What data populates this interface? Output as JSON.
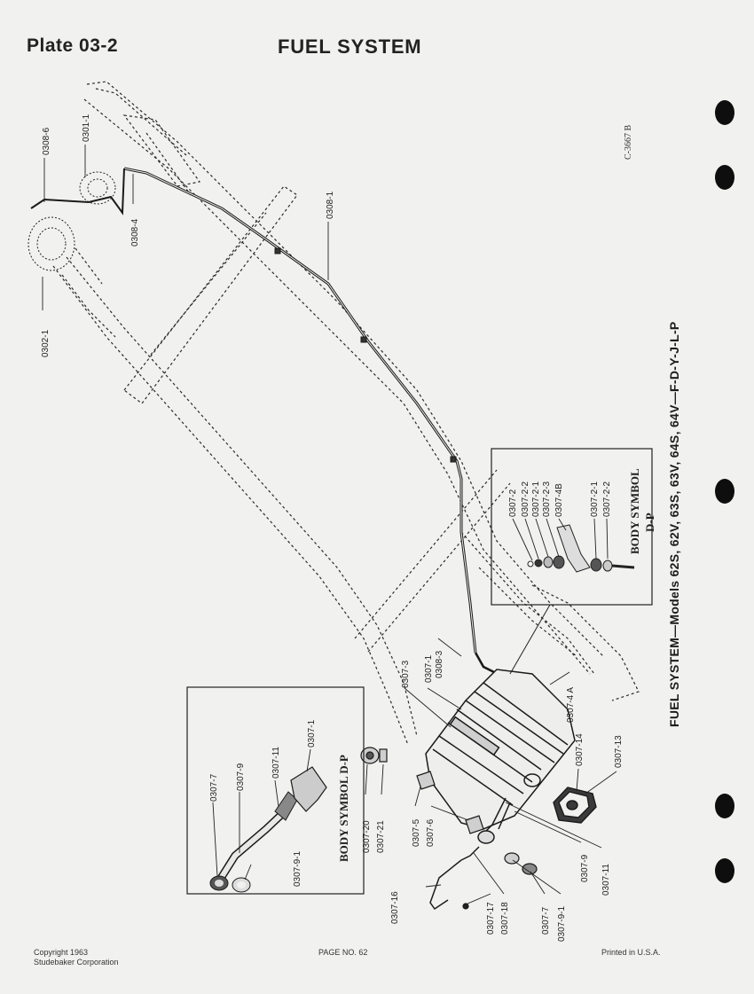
{
  "header": {
    "plate": "Plate 03-2",
    "title": "FUEL SYSTEM"
  },
  "drawing_code": "C-3667 B",
  "side_caption": "FUEL SYSTEM—Models 62S, 62V, 63S, 63V, 64S, 64V—F-D-Y-J-L-P",
  "inset_left_title": "BODY SYMBOL D-P",
  "inset_right_title_1": "BODY SYMBOL",
  "inset_right_title_2": "D-P",
  "parts": {
    "p0308_6": "0308-6",
    "p0301_1": "0301-1",
    "p0308_4": "0308-4",
    "p0302_1": "0302-1",
    "p0308_1": "0308-1",
    "p0308_3": "0308-3",
    "p0307_1_top": "0307-1",
    "p0307_3": "0307-3",
    "p0307_4a": "0307-4 A",
    "p0307_14": "0307-14",
    "p0307_13": "0307-13",
    "p0307_20": "0307-20",
    "p0307_21": "0307-21",
    "p0307_5": "0307-5",
    "p0307_6": "0307-6",
    "p0307_9_main": "0307-9",
    "p0307_11_main": "0307-11",
    "p0307_16": "0307-16",
    "p0307_17": "0307-17",
    "p0307_18": "0307-18",
    "p0307_7_main": "0307-7",
    "p0307_9_1_main": "0307-9-1",
    "i_0307_7": "0307-7",
    "i_0307_9": "0307-9",
    "i_0307_11": "0307-11",
    "i_0307_1": "0307-1",
    "i_0307_9_1": "0307-9-1",
    "r_0307_2": "0307-2",
    "r_0307_2_2a": "0307-2-2",
    "r_0307_2_1a": "0307-2-1",
    "r_0307_2_3": "0307-2-3",
    "r_0307_4b": "0307-4B",
    "r_0307_2_1b": "0307-2-1",
    "r_0307_2_2b": "0307-2-2"
  },
  "footer": {
    "copyright": "Copyright 1963",
    "company": "Studebaker Corporation",
    "page": "PAGE NO. 62",
    "printed": "Printed in U.S.A."
  }
}
